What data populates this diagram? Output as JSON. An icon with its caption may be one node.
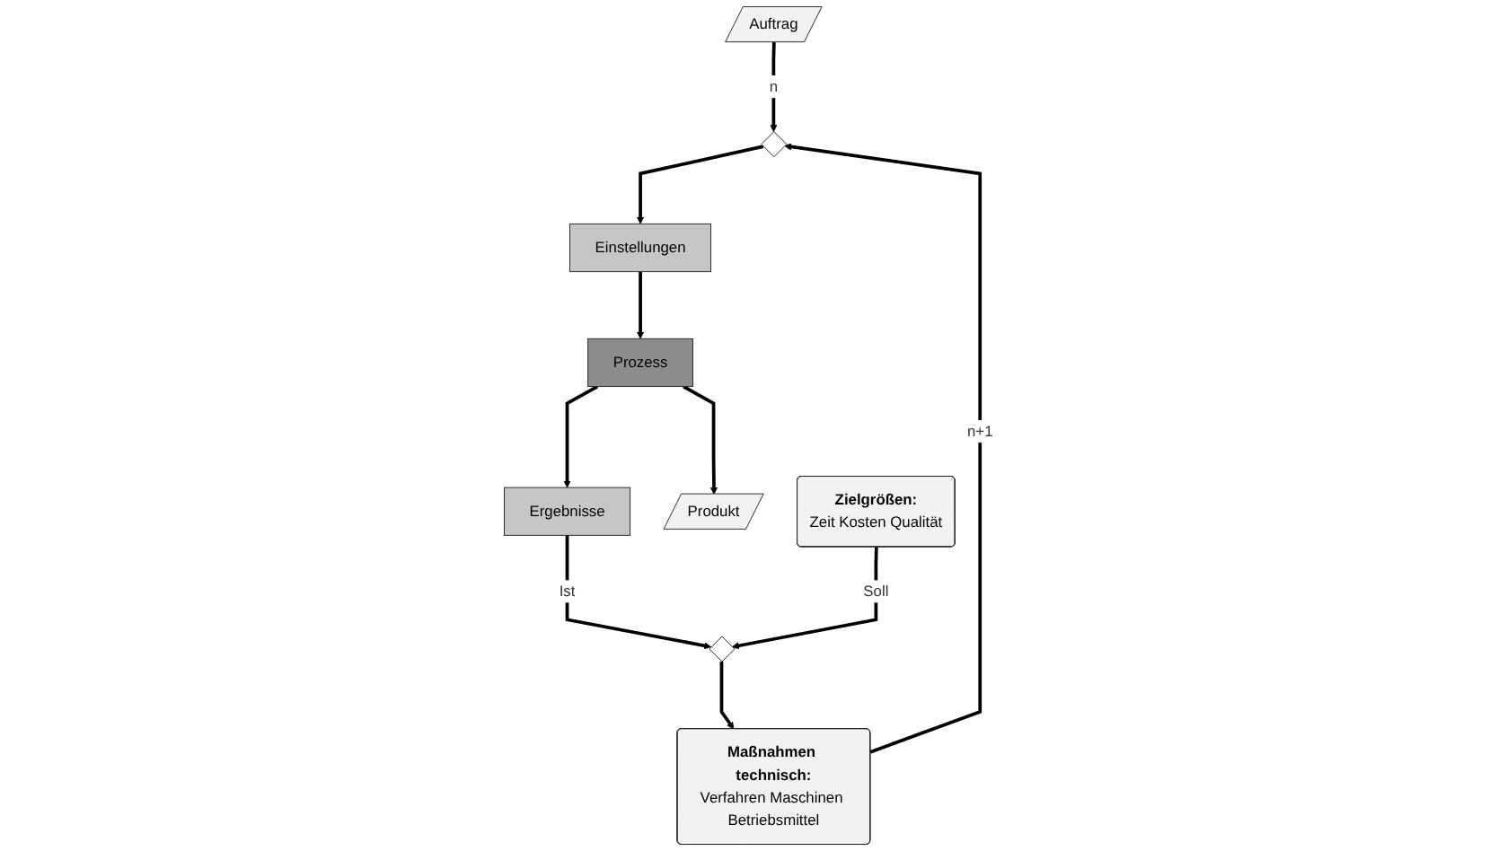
{
  "diagram": {
    "nodes": [
      {
        "text": [
          "Auftrag"
        ]
      },
      {
        "text": [],
        "shape": "diamond"
      },
      {
        "text": [
          "Einstellungen"
        ]
      },
      {
        "text": [
          "Prozess"
        ]
      },
      {
        "text": [
          "Ergebnisse"
        ]
      },
      {
        "text": [
          "Produkt"
        ]
      },
      {
        "text": [
          "Zielgrößen:",
          "Zeit Kosten Qualität"
        ]
      },
      {
        "text": [],
        "shape": "diamond"
      },
      {
        "text": [
          "Maßnahmen technisch:",
          "Verfahren Maschinen Betriebsmittel"
        ]
      }
    ],
    "edges": [
      {
        "from": 0,
        "to": 1,
        "arrow": "to",
        "label": "n"
      },
      {
        "from": 1,
        "to": 2,
        "arrow": "to"
      },
      {
        "from": 2,
        "to": 3,
        "arrow": "to"
      },
      {
        "from": 3,
        "to": 5,
        "arrow": "to"
      },
      {
        "from": 3,
        "to": 4,
        "arrow": "to"
      },
      {
        "from": 4,
        "to": 7,
        "arrow": "to",
        "label": "Ist"
      },
      {
        "from": 6,
        "to": 7,
        "arrow": "to",
        "label": "Soll"
      },
      {
        "from": 7,
        "to": 8,
        "arrow": "to"
      },
      {
        "from": 8,
        "to": 1,
        "arrow": "to",
        "label": "n+1"
      }
    ]
  }
}
